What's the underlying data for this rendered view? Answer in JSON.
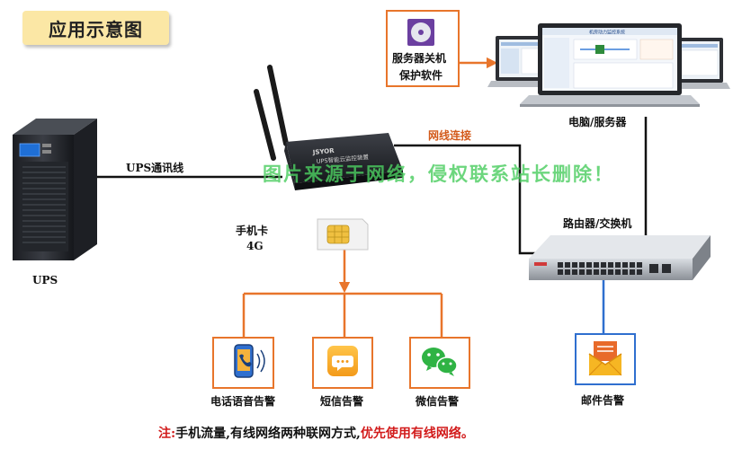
{
  "title": "应用示意图",
  "labels": {
    "ups": "UPS",
    "ups_cable": "UPS通讯线",
    "network_cable": "网线连接",
    "sim_label": "手机卡",
    "sim_network": "4G",
    "shutdown_software_line1": "服务器关机",
    "shutdown_software_line2": "保护软件",
    "computer_server": "电脑/服务器",
    "router_switch": "路由器/交换机",
    "voice_alarm": "电话语音告警",
    "sms_alarm": "短信告警",
    "wechat_alarm": "微信告警",
    "email_alarm": "邮件告警",
    "device_brand": "JSYOR",
    "device_model": "UPS智能云监控装置",
    "screen_title": "机房动力监控系统"
  },
  "watermark": "图片来源于网络，侵权联系站长删除！",
  "note": {
    "prefix": "注:",
    "body": "手机流量,有线网络两种联网方式,",
    "highlight": "优先使用有线网络。"
  },
  "colors": {
    "orange": "#e8752b",
    "blue": "#2f6fcf",
    "title_bg": "#fbe7a5",
    "note_red": "#d21b1b",
    "network_label": "#d35a1a",
    "watermark": "#4ccd60"
  }
}
